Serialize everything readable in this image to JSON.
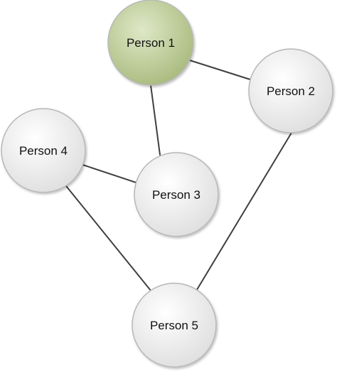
{
  "nodes": [
    {
      "id": "n1",
      "label": "Person 1",
      "highlighted": true
    },
    {
      "id": "n2",
      "label": "Person 2",
      "highlighted": false
    },
    {
      "id": "n3",
      "label": "Person 3",
      "highlighted": false
    },
    {
      "id": "n4",
      "label": "Person 4",
      "highlighted": false
    },
    {
      "id": "n5",
      "label": "Person 5",
      "highlighted": false
    }
  ],
  "edges": [
    {
      "from": "n1",
      "to": "n2"
    },
    {
      "from": "n1",
      "to": "n3"
    },
    {
      "from": "n4",
      "to": "n3"
    },
    {
      "from": "n4",
      "to": "n5"
    },
    {
      "from": "n2",
      "to": "n5"
    }
  ],
  "colors": {
    "highlight_fill_light": "#dfe8c7",
    "highlight_fill_dark": "#a8ba7d",
    "normal_fill_light": "#ffffff",
    "normal_fill_dark": "#dedede",
    "edge": "#3f3f3f",
    "node_stroke": "#b7b7b7"
  }
}
